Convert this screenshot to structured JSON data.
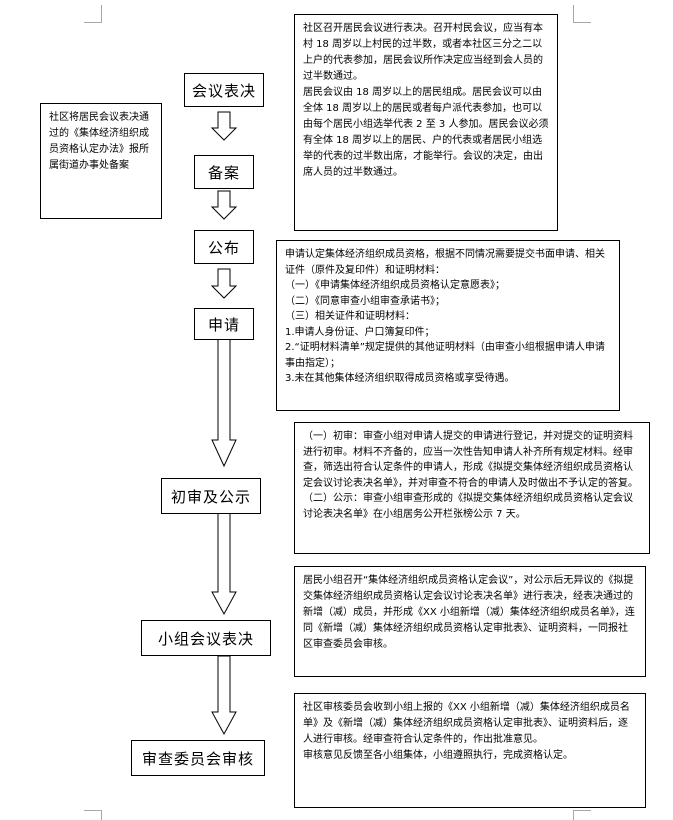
{
  "steps": [
    {
      "id": "vote",
      "label": "会议表决"
    },
    {
      "id": "file",
      "label": "备案"
    },
    {
      "id": "publish",
      "label": "公布"
    },
    {
      "id": "apply",
      "label": "申请"
    },
    {
      "id": "review",
      "label": "初审及公示"
    },
    {
      "id": "group",
      "label": "小组会议表决"
    },
    {
      "id": "committee",
      "label": "审查委员会审核"
    }
  ],
  "notes": {
    "filing": "社区将居民会议表决通过的《集体经济组织成员资格认定办法》报所属街道办事处备案",
    "meeting": [
      "社区召开居民会议进行表决。召开村民会议，应当有本村 18 周岁以上村民的过半数，或者本社区三分之二以上户的代表参加，居民会议所作决定应当经到会人员的过半数通过。",
      "居民会议由 18 周岁以上的居民组成。居民会议可以由全体 18 周岁以上的居民或者每户派代表参加，也可以由每个居民小组选举代表 2 至 3 人参加。居民会议必须有全体 18 周岁以上的居民、户的代表或者居民小组选举的代表的过半数出席，才能举行。会议的决定，由出席人员的过半数通过。"
    ],
    "application": [
      "申请认定集体经济组织成员资格，根据不同情况需要提交书面申请、相关证件（原件及复印件）和证明材料：",
      "（一）《申请集体经济组织成员资格认定意愿表》；",
      "（二）《同意审查小组审查承诺书》；",
      "（三）相关证件和证明材料：",
      "1.申请人身份证、户口簿复印件；",
      "2.“证明材料清单”规定提供的其他证明材料（由审查小组根据申请人申请事由指定）；",
      "3.未在其他集体经济组织取得成员资格或享受待遇。"
    ],
    "review": [
      "（一）初审：审查小组对申请人提交的申请进行登记，并对提交的证明资料进行初审。材料不齐备的，应当一次性告知申请人补齐所有规定材料。经审查，筛选出符合认定条件的申请人，形成《拟提交集体经济组织成员资格认定会议讨论表决名单》，并对审查不符合的申请人及时做出不予认定的答复。",
      "（二）公示：审查小组审查形成的《拟提交集体经济组织成员资格认定会议讨论表决名单》在小组居务公开栏张榜公示 7 天。"
    ],
    "group": "居民小组召开“集体经济组织成员资格认定会议”，对公示后无异议的《拟提交集体经济组织成员资格认定会议讨论表决名单》进行表决，经表决通过的新增（减）成员，并形成《XX 小组新增（减）集体经济组织成员名单》，连同《新增（减）集体经济组织成员资格认定审批表》、证明资料，一同报社区审查委员会审核。",
    "committee": [
      "社区审核委员会收到小组上报的《XX 小组新增（减）集体经济组织成员名单》及《新增（减）集体经济组织成员资格认定审批表》、证明资料后，逐人进行审核。经审查符合认定条件的，作出批准意见。",
      "审核意见反馈至各小组集体，小组遵照执行，完成资格认定。"
    ]
  }
}
